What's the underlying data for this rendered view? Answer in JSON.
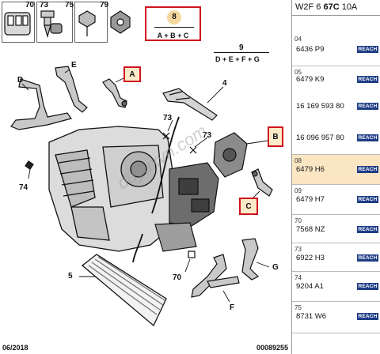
{
  "header": {
    "part_numbers": [
      "70",
      "73",
      "75",
      "79"
    ],
    "formula_8": {
      "number": "8",
      "text": "A + B + C"
    },
    "formula_9": {
      "number": "9",
      "text": "D + E + F + G"
    }
  },
  "callouts": {
    "c4": "4",
    "c5": "5",
    "c70a": "70",
    "c73a": "73",
    "c73b": "73",
    "c74": "74",
    "D": "D",
    "E": "E",
    "F": "F",
    "G": "G"
  },
  "labels_boxed": {
    "A": "A",
    "B": "B",
    "C": "C"
  },
  "watermark": "duyuxvn.com",
  "footer": {
    "date": "06/2018",
    "ref": "00089255"
  },
  "table": {
    "title_prefix": "W2F 6 ",
    "title_bold": "67C",
    "title_suffix": " 10A",
    "groups": [
      {
        "code": "04",
        "rows": [
          {
            "pn": "6436 P9",
            "reach": "REACH"
          }
        ]
      },
      {
        "code": "05",
        "rows": [
          {
            "pn": "6479 K9",
            "reach": "REACH"
          },
          {
            "pn": "16 169 593 80",
            "reach": "REACH"
          },
          {
            "pn": "16 096 957 80",
            "reach": "REACH"
          }
        ]
      },
      {
        "code": "08",
        "highlight": true,
        "rows": [
          {
            "pn": "6479 H6",
            "reach": "REACH"
          }
        ]
      },
      {
        "code": "09",
        "rows": [
          {
            "pn": "6479 H7",
            "reach": "REACH"
          }
        ]
      },
      {
        "code": "70",
        "rows": [
          {
            "pn": "7568 NZ",
            "reach": "REACH"
          }
        ]
      },
      {
        "code": "73",
        "rows": [
          {
            "pn": "6922 H3",
            "reach": "REACH"
          }
        ]
      },
      {
        "code": "74",
        "rows": [
          {
            "pn": "9204 A1",
            "reach": "REACH"
          }
        ]
      },
      {
        "code": "75",
        "rows": [
          {
            "pn": "8731 W6",
            "reach": "REACH"
          }
        ]
      }
    ]
  }
}
